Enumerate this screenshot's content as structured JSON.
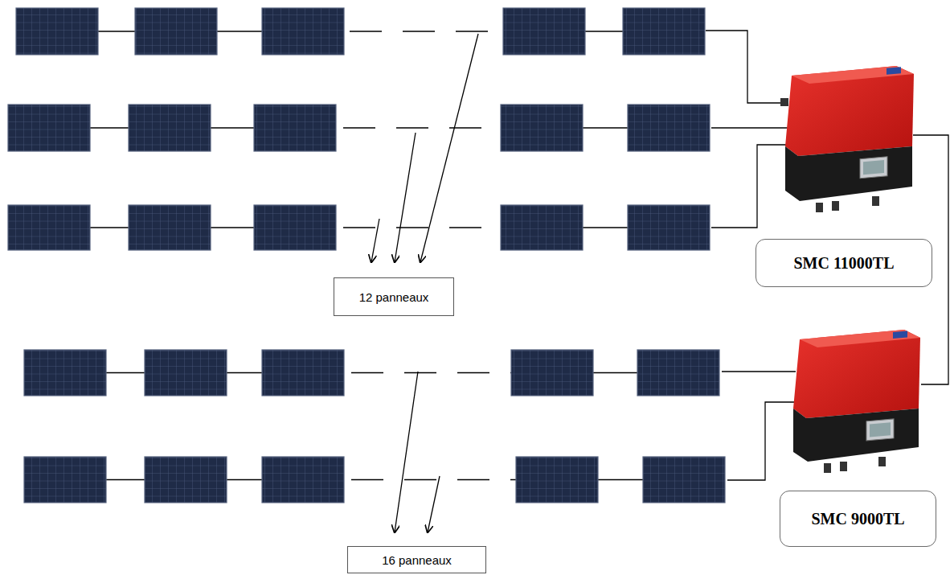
{
  "diagram": {
    "nodes": [
      {
        "text": [
          "SMC 11000TL"
        ]
      },
      {
        "text": [
          "12 panneaux"
        ]
      },
      {
        "text": [
          "SMC 9000TL"
        ]
      },
      {
        "text": [
          "16 panneaux"
        ]
      }
    ]
  }
}
